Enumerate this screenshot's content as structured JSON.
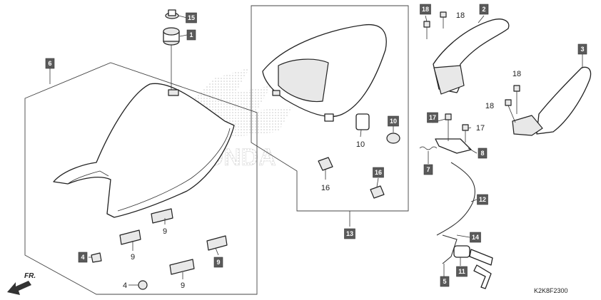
{
  "figure_code": "K2K8F2300",
  "front_label": "FR.",
  "watermark_text": "HONDA",
  "colors": {
    "callout_box": "#5a5a5a",
    "line": "#222222",
    "watermark": "#c8c8c8"
  },
  "callouts": [
    {
      "id": "c15a",
      "text": "15",
      "boxed": true
    },
    {
      "id": "c1",
      "text": "1",
      "boxed": true
    },
    {
      "id": "c6",
      "text": "6",
      "boxed": true
    },
    {
      "id": "c9a",
      "text": "9",
      "boxed": false
    },
    {
      "id": "c9b",
      "text": "9",
      "boxed": false
    },
    {
      "id": "c9c",
      "text": "9",
      "boxed": true
    },
    {
      "id": "c9d",
      "text": "9",
      "boxed": false
    },
    {
      "id": "c4a",
      "text": "4",
      "boxed": true
    },
    {
      "id": "c4b",
      "text": "4",
      "boxed": false
    },
    {
      "id": "c10a",
      "text": "10",
      "boxed": false
    },
    {
      "id": "c10b",
      "text": "10",
      "boxed": true
    },
    {
      "id": "c16a",
      "text": "16",
      "boxed": false
    },
    {
      "id": "c16b",
      "text": "16",
      "boxed": true
    },
    {
      "id": "c13",
      "text": "13",
      "boxed": true
    },
    {
      "id": "c18a",
      "text": "18",
      "boxed": true
    },
    {
      "id": "c18b",
      "text": "18",
      "boxed": false
    },
    {
      "id": "c2",
      "text": "2",
      "boxed": true
    },
    {
      "id": "c3",
      "text": "3",
      "boxed": true
    },
    {
      "id": "c18c",
      "text": "18",
      "boxed": false
    },
    {
      "id": "c18d",
      "text": "18",
      "boxed": false
    },
    {
      "id": "c17a",
      "text": "17",
      "boxed": true
    },
    {
      "id": "c17b",
      "text": "17",
      "boxed": false
    },
    {
      "id": "c8",
      "text": "8",
      "boxed": true
    },
    {
      "id": "c7",
      "text": "7",
      "boxed": true
    },
    {
      "id": "c12",
      "text": "12",
      "boxed": true
    },
    {
      "id": "c14",
      "text": "14",
      "boxed": true
    },
    {
      "id": "c11",
      "text": "11",
      "boxed": true
    },
    {
      "id": "c5",
      "text": "5",
      "boxed": true
    }
  ]
}
